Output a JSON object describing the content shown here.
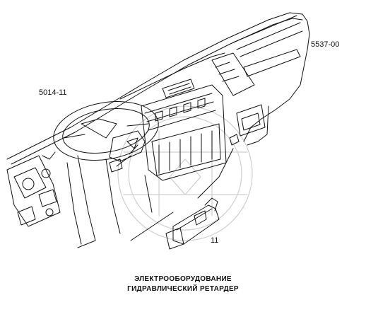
{
  "labels": {
    "top_right": "5537-00",
    "left": "5014-11",
    "bottom": "11"
  },
  "caption": {
    "line1": "ЭЛЕКТРООБОРУДОВАНИЕ",
    "line2": "ГИДРАВЛИЧЕСКИЙ РЕТАРДЕР"
  },
  "colors": {
    "ink": "#111111",
    "watermark": "#c8c8c8",
    "paper": "#ffffff"
  }
}
